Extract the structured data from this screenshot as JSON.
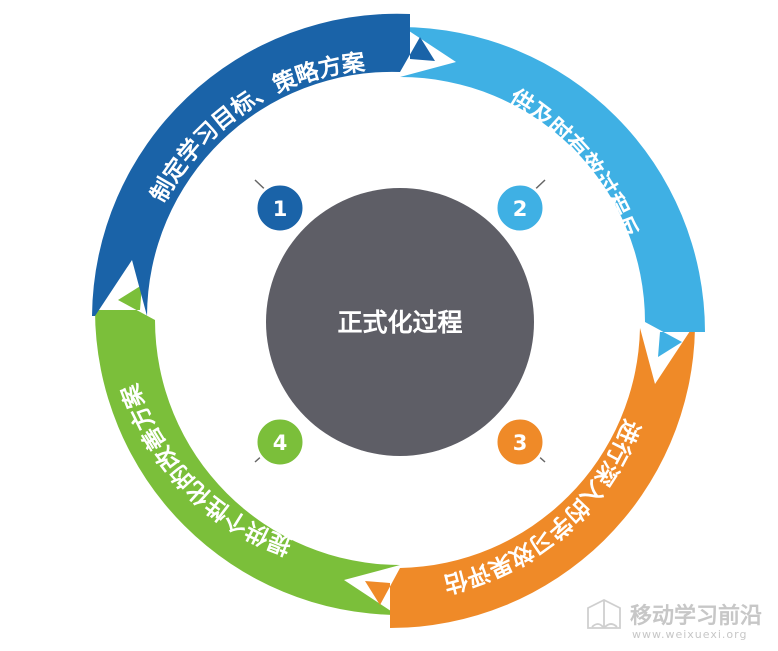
{
  "center": {
    "label": "正式化过程"
  },
  "segments": [
    {
      "number": "1",
      "label": "制定学习目标、策略方案",
      "color": "#1a63a8"
    },
    {
      "number": "2",
      "label": "提供及时有效过程反馈",
      "color": "#3fb0e4"
    },
    {
      "number": "3",
      "label": "进行深入的学习效果评估",
      "color": "#ef8a28"
    },
    {
      "number": "4",
      "label": "提供个性化的改善方案",
      "color": "#7bbf3a"
    }
  ],
  "colors": {
    "center_fill": "#5e5e66",
    "connector": "#666666"
  },
  "watermark": {
    "title": "移动学习前沿",
    "url": "www.weixuexi.org"
  }
}
